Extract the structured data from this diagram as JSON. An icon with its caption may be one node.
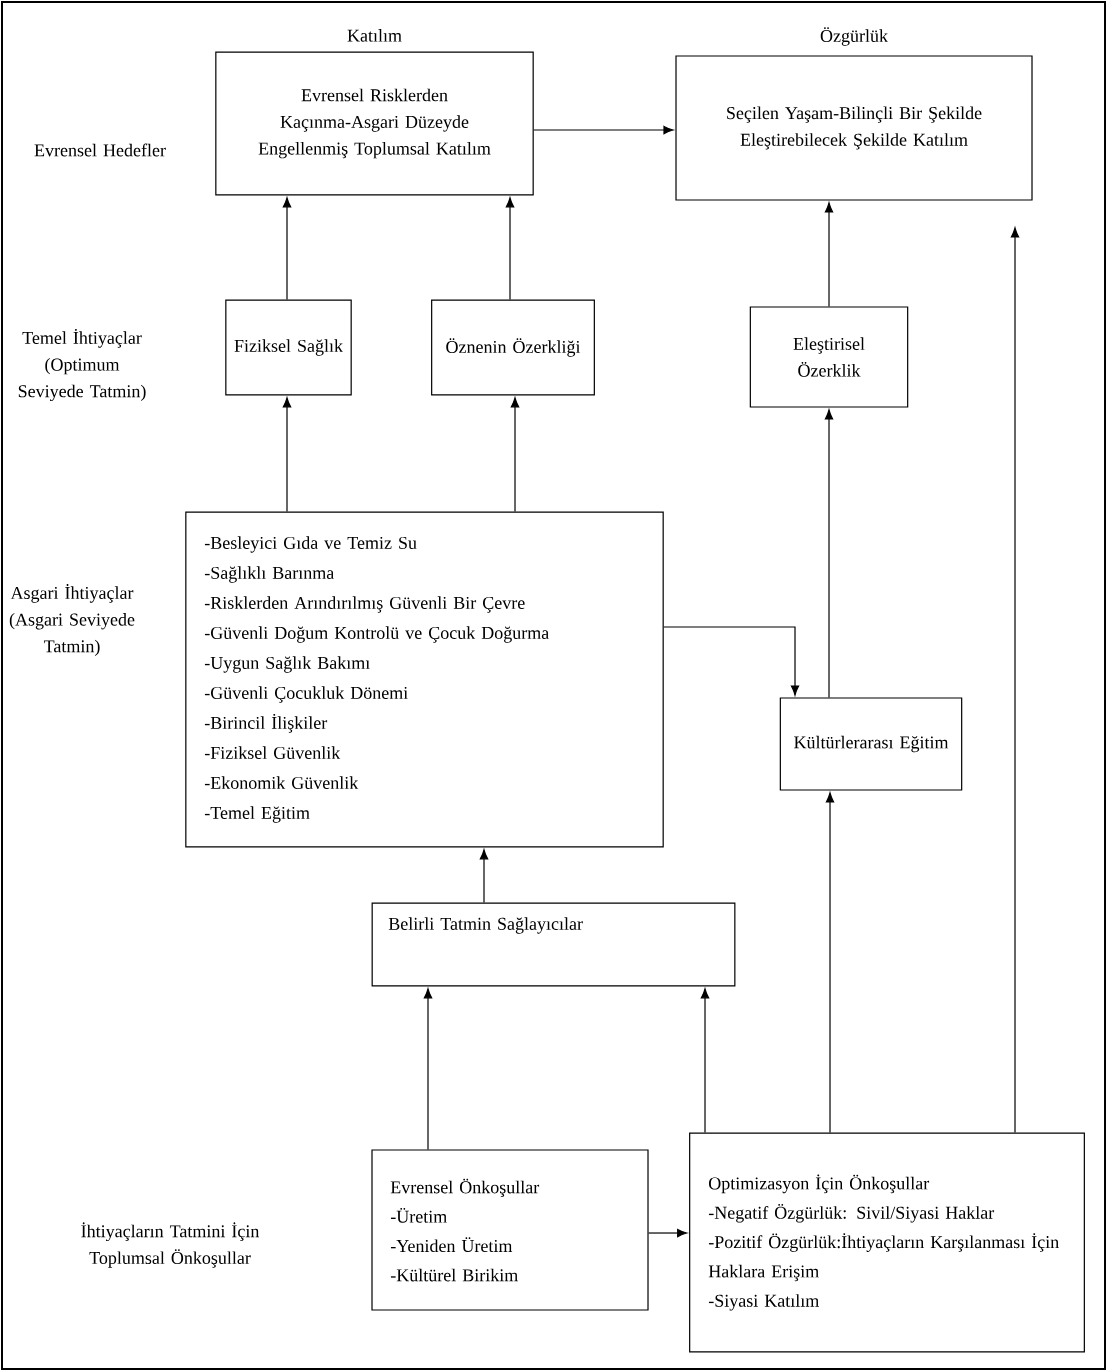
{
  "diagram": {
    "nodes": [
      {
        "text": [
          "Katılım",
          "Evrensel Risklerden Kaçınma-Asgari Düzeyde Engellenmiş Toplumsal Katılım"
        ]
      },
      {
        "text": [
          "Özgürlük",
          "Seçilen Yaşam-Bilinçli Bir Şekilde Eleştirebilecek Şekilde Katılım"
        ]
      },
      {
        "text": [
          "Fiziksel Sağlık"
        ]
      },
      {
        "text": [
          "Öznenin Özerkliği"
        ]
      },
      {
        "text": [
          "Eleştirisel Özerklik"
        ]
      },
      {
        "text": [
          "-Besleyici Gıda ve Temiz Su",
          "-Sağlıklı Barınma",
          "-Risklerden Arındırılmış Güvenli Bir Çevre",
          "-Güvenli Doğum Kontrolü ve Çocuk Doğurma",
          "-Uygun Sağlık Bakımı",
          "-Güvenli Çocukluk Dönemi",
          "-Birincil İlişkiler",
          "-Fiziksel Güvenlik",
          "-Ekonomik Güvenlik",
          "-Temel Eğitim"
        ]
      },
      {
        "text": [
          "Kültürlerarası Eğitim"
        ]
      },
      {
        "text": [
          "Belirli Tatmin Sağlayıcılar"
        ]
      },
      {
        "text": [
          "Evrensel Önkoşullar",
          "-Üretim",
          "-Yeniden Üretim",
          "-Kültürel Birikim"
        ]
      },
      {
        "text": [
          "Optimizasyon İçin Önkoşullar",
          "-Negatif Özgürlük: Sivil/Siyasi Haklar",
          "-Pozitif Özgürlük:İhtiyaçların Karşılanması İçin Haklara Erişim",
          "-Siyasi Katılım"
        ]
      }
    ],
    "edges": [
      {
        "from": 0,
        "to": 1,
        "arrow": "to"
      },
      {
        "from": 2,
        "to": 0,
        "arrow": "to"
      },
      {
        "from": 3,
        "to": 0,
        "arrow": "to"
      },
      {
        "from": 4,
        "to": 1,
        "arrow": "to"
      },
      {
        "from": 9,
        "to": 1,
        "arrow": "to"
      },
      {
        "from": 5,
        "to": 2,
        "arrow": "to"
      },
      {
        "from": 5,
        "to": 3,
        "arrow": "to"
      },
      {
        "from": 5,
        "to": 6,
        "arrow": "to"
      },
      {
        "from": 6,
        "to": 4,
        "arrow": "to"
      },
      {
        "from": 7,
        "to": 5,
        "arrow": "to"
      },
      {
        "from": 8,
        "to": 7,
        "arrow": "to"
      },
      {
        "from": 9,
        "to": 7,
        "arrow": "to"
      },
      {
        "from": 9,
        "to": 6,
        "arrow": "to"
      },
      {
        "from": 8,
        "to": 9,
        "arrow": "to"
      }
    ],
    "labels": [
      "Evrensel Hedefler",
      "Temel İhtiyaçlar (Optimum Seviyede Tatmin)",
      "Asgari İhtiyaçlar (Asgari Seviyede Tatmin)",
      "İhtiyaçların Tatmini İçin Toplumsal Önkoşullar"
    ]
  }
}
